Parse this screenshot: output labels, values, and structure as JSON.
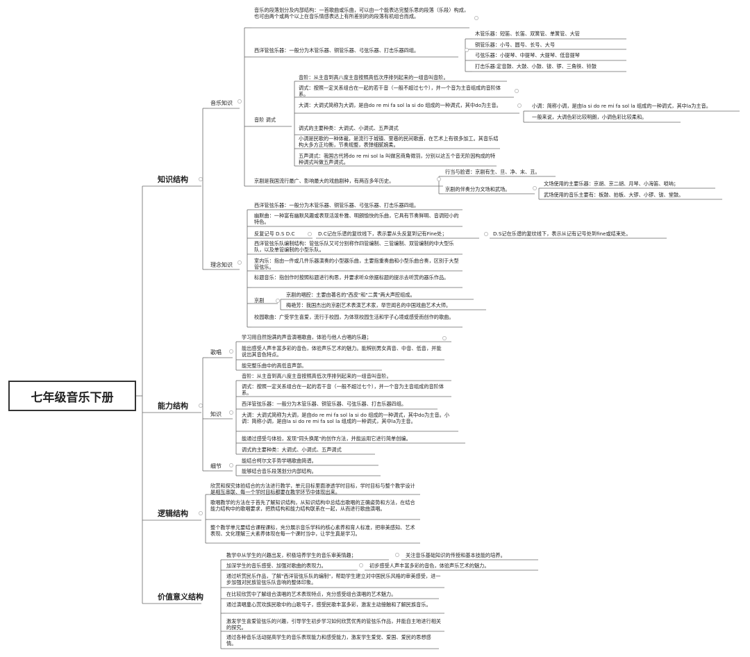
{
  "root": "七年级音乐下册",
  "branches": [
    {
      "label": "知识结构"
    },
    {
      "label": "能力结构"
    },
    {
      "label": "逻辑结构"
    },
    {
      "label": "价值意义结构"
    }
  ],
  "sub": {
    "music": "音乐知识",
    "concept": "理念知识",
    "sing": "歌唱",
    "know": "知识",
    "detail": "细节"
  },
  "nodes": [
    "音乐的段落划分及内部结构：一首歌曲或乐曲，可以由一个能表达完整乐思的段落（乐段）构成，也可由两个或两个以上在音乐情感表达上有所差别的的段落有机组合而成。",
    "西洋管弦乐器：一般分为木管乐器、铜管乐器、弓弦乐器、打击乐器四组。",
    "木管乐器：短笛、长笛、双簧管、单簧管、大管",
    "铜管乐器：小号、圆号、长号、大号",
    "弓弦乐器：小提琴、中提琴、大提琴、低音提琴",
    "打击乐器:定音鼓、大鼓、小鼓、钹、锣、三角铁、铃鼓",
    "音阶 调式",
    "音阶：从主音到高八度主音按照高低次序排列起来的一组音叫音阶。",
    "调式：按照一定关系组合在一起的若干音（一般不超过七个），并一个音为主音组成的音阶体系。",
    "大调：大调式简称为大调，是由do re mi fa sol la si do 组成的一种调式，其中do为主音。",
    "小调：简称小调，是由la si do re mi fa sol la 组成的一种调式，其中la为主音。",
    "一般来说，大调色彩比较明朗，小调色彩比较柔和。",
    "调式的主要种类：大调式、小调式、五声调式",
    "小调是民歌的一种体裁，是流行于城镇、里巷的民间歌曲，在艺术上有很多加工。其音乐结构大多方正均衡，节奏规整，表弹细腻婉柔。",
    "五声调式：我国古代将do re mi sol la 叫做宫商角徵羽，分别以这五个音无阶因构成的特种调式叫做五声调式。",
    "京剧是我国流行最广、影响最大的戏曲剧种，有两百多年历史。",
    "行当与脸谱：京剧有生、旦、净、末、丑。",
    "京剧的伴奏分为文场和武场。",
    "文场使用的主要乐器：京胡、京二胡、月琴、小海笛、唢呐；",
    "武场使用的音乐主要有：板鼓、拍板、大锣、小锣、钹、堂鼓。",
    "西洋管弦乐器：一般分为木管乐器、铜管乐器、弓弦乐器、打击乐器四组。",
    "幽默曲：一种富有幽默风趣或表现活泼朴雅、明朗愉快的乐曲，它具有节奏鲜明、音调短小的特色。",
    "反复记号 D.S D.C",
    "D.C记在乐谱的复纹线下，表示要从头反复到记有Fine处；",
    "D.S记在乐谱的复纹线下，表示从记有记号处到fine或结束处。",
    "西洋管弦乐队编制结构：管弦乐队又可分别称作四管编制、三管编制、双管编制的中大型乐队，以及单管编制的小型乐队。",
    "室内乐：指由一件或几件乐器演奏的小型器乐曲，主要指重奏曲和小型乐曲合奏，区别于大型管弦乐。",
    "标题音乐：指创作时按照标题进行构思，并要求听众依据标题的提示去听赏的器乐作品。",
    "京剧",
    "京剧的唱腔：主要由著名的\"西皮\"和\"二黄\"两大声腔组成。",
    "梅艳芳：我国杰出的京剧艺术表演艺术家，举世闻名的中国戏曲艺术大师。",
    "校园歌曲：广受学生喜爱，流行于校园，为体现校园生活和学子心境或感受而创作的歌曲。",
    "学习用自然饱满的声音演唱歌曲，体验与他人合唱的乐趣；",
    "能出感受人声丰富多彩的音色，体验声乐艺术的魅力。能辨别男女高音、中音、低音，并能说出其音色特点。",
    "能完整乐曲中的高低音声部。",
    "音阶：从主音到高八度主音按照高低次序排列起来的一组音叫音阶。",
    "调式：按照一定关系组合在一起的若干音（一般不超过七个），并一个音为主音组成的音阶体系。",
    "西洋管弦乐器：一般分为木管乐器、铜管乐器、弓弦乐器、打击乐器四组。",
    "大调：大调式简称为大调，是由do re mi fa sol la si do 组成的一种调式，其中do为主音。小调：简称小调，是由la si do re mi fa sol la 组成的一种调式，其中la为主音。",
    "能通过感受与体验，发现\"同头换尾\"的创作方法，并能运用它进行简单创编。",
    "调式的主要种类：大调式、小调式、五声调式",
    "能结合柯尔文手势学唱歌曲简谱。",
    "能够结合音乐段落划分内部结构。",
    "欣赏和探究体验结合的方法进行教学，单元目标里面渗透学时目标，学时目标与整个教学设计是相互串联、每一个学时目标都要在教学环节中体现出来。",
    "歌唱教学的方法在于首先了解知识结构，从知识结构中总结出歌唱的正确姿势和方法，在结合能力结构中的歌唱要求，把质结构和能力结构联系在一起，从而进行歌曲演唱。",
    "整个教学单元要结合课程课标，充分展示音乐学科的核心素养和育人标准，把审美感知、艺术表现、文化理解三大素养体现在每一个课时当中，让学生真是学习。",
    "教学中从学生的兴趣出发，积极培养学生的音乐审美情趣；",
    "关注音乐基础知识的传授和基本技能的培养。",
    "加深学生的音乐感受、加强对歌曲的表现力。",
    "初步感受人声丰富多彩的音色，体验声乐艺术的魅力。",
    "通过听赏民乐作品，了解\"西洋管弦乐队的编制\"，帮助学生建立对中国民乐风格的审美感受，进一步加强对民族管弦乐队音响的整体印象。",
    "在比较欣赏中了解组合演唱的艺术表现特点，充分感受组合演唱的艺术魅力。",
    "通过演唱童心赏欢族民歌中的山歌号子，感受民歌丰富多彩，激发主动接触和了解民族音乐。",
    "激发学生喜爱管弦乐的兴趣，引导学生初步学习如何欣赏优秀的管弦乐作品，并能自主地进行相关的探究。",
    "通过各种音乐活动提高学生的音乐表现能力和感受能力，激发学生爱党、爱国、爱民的思想感情。"
  ]
}
